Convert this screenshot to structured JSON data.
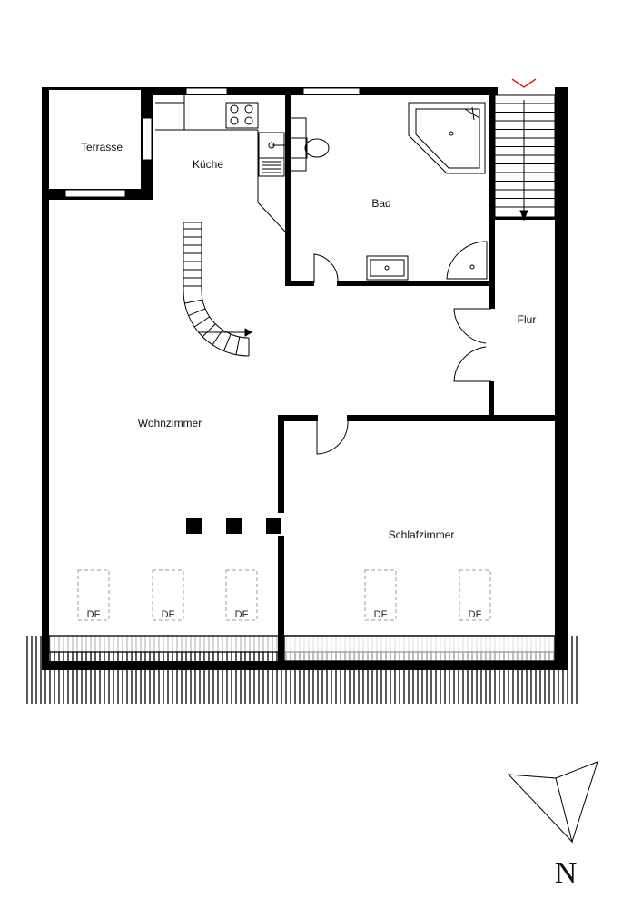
{
  "rooms": {
    "terrasse": "Terrasse",
    "kueche": "Küche",
    "bad": "Bad",
    "flur": "Flur",
    "wohnzimmer": "Wohnzimmer",
    "schlafzimmer": "Schlafzimmer"
  },
  "skylights": [
    "DF",
    "DF",
    "DF",
    "DF",
    "DF"
  ],
  "compass": {
    "label": "N"
  },
  "colors": {
    "wall": "#000000",
    "entrance_arrow": "#e0201c",
    "dashed": "#9a9a9a"
  }
}
